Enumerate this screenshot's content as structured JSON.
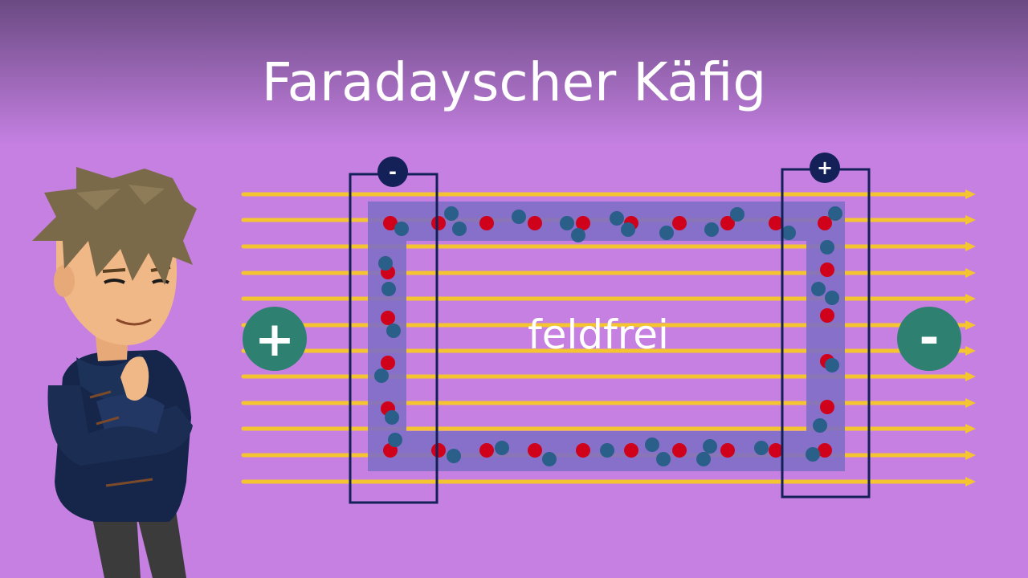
{
  "title": "Faradayscher Käfig",
  "center_label": "feldfrei",
  "left_terminal_sign": "+",
  "right_terminal_sign": "-",
  "left_box_badge": "-",
  "right_box_badge": "+",
  "colors": {
    "background_top": "#6a4a82",
    "background": "#c580e2",
    "field_line": "#f5c431",
    "cage": "#7e6ec7",
    "positive_charge": "#d0021b",
    "negative_charge": "#2a5f8a",
    "terminal": "#2e8070",
    "box_outline": "#142058"
  },
  "icons": [
    "character-illustration",
    "field-arrow",
    "charge-dot"
  ]
}
